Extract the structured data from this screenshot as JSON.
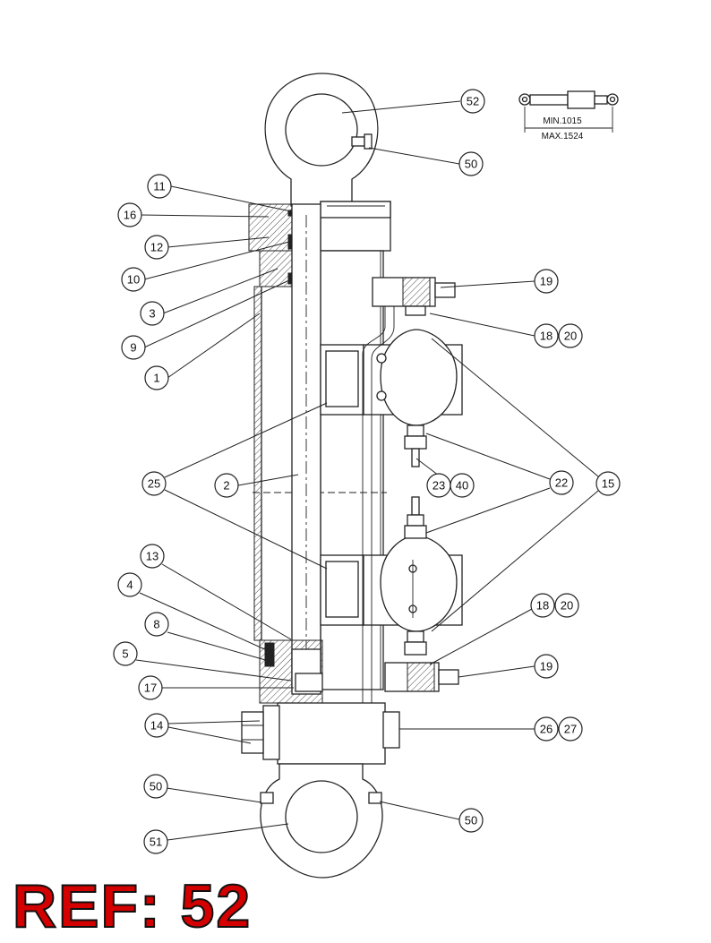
{
  "ref_label": "REF: 52",
  "dimensions": {
    "min": "MIN.1015",
    "max": "MAX.1524"
  },
  "callouts": [
    {
      "id": "c52",
      "text": "52"
    },
    {
      "id": "c50a",
      "text": "50"
    },
    {
      "id": "c11",
      "text": "11"
    },
    {
      "id": "c16",
      "text": "16"
    },
    {
      "id": "c12",
      "text": "12"
    },
    {
      "id": "c10",
      "text": "10"
    },
    {
      "id": "c3",
      "text": "3"
    },
    {
      "id": "c9",
      "text": "9"
    },
    {
      "id": "c1",
      "text": "1"
    },
    {
      "id": "c19a",
      "text": "19"
    },
    {
      "id": "c18a",
      "text": "18"
    },
    {
      "id": "c20a",
      "text": "20"
    },
    {
      "id": "c25",
      "text": "25"
    },
    {
      "id": "c2",
      "text": "2"
    },
    {
      "id": "c23",
      "text": "23"
    },
    {
      "id": "c40",
      "text": "40"
    },
    {
      "id": "c22",
      "text": "22"
    },
    {
      "id": "c15",
      "text": "15"
    },
    {
      "id": "c13",
      "text": "13"
    },
    {
      "id": "c4",
      "text": "4"
    },
    {
      "id": "c8",
      "text": "8"
    },
    {
      "id": "c18b",
      "text": "18"
    },
    {
      "id": "c20b",
      "text": "20"
    },
    {
      "id": "c5",
      "text": "5"
    },
    {
      "id": "c19b",
      "text": "19"
    },
    {
      "id": "c17",
      "text": "17"
    },
    {
      "id": "c14",
      "text": "14"
    },
    {
      "id": "c26",
      "text": "26"
    },
    {
      "id": "c27",
      "text": "27"
    },
    {
      "id": "c50b",
      "text": "50"
    },
    {
      "id": "c50c",
      "text": "50"
    },
    {
      "id": "c51",
      "text": "51"
    }
  ]
}
